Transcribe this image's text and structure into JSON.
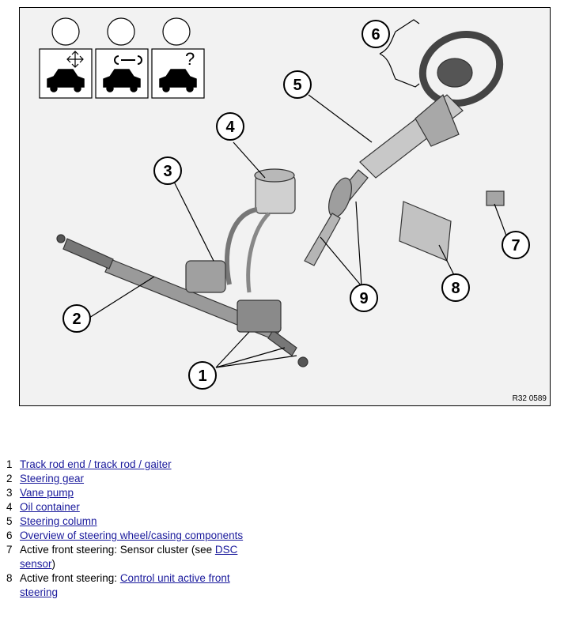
{
  "figure": {
    "code": "R32 0589",
    "callouts": [
      "1",
      "2",
      "3",
      "4",
      "5",
      "6",
      "7",
      "8",
      "9"
    ],
    "symbol_q": "?"
  },
  "legend": {
    "items": [
      {
        "num": "1",
        "link": "Track rod end / track rod / gaiter"
      },
      {
        "num": "2",
        "link": "Steering gear"
      },
      {
        "num": "3",
        "link": "Vane pump"
      },
      {
        "num": "4",
        "link": "Oil container"
      },
      {
        "num": "5",
        "link": "Steering column"
      },
      {
        "num": "6",
        "link": "Overview of steering wheel/casing components"
      },
      {
        "num": "7",
        "prefix": "Active front steering: Sensor cluster (see ",
        "link": "DSC sensor",
        "suffix": ")"
      },
      {
        "num": "8",
        "prefix": "Active front steering: ",
        "link": "Control unit active front steering"
      }
    ]
  }
}
